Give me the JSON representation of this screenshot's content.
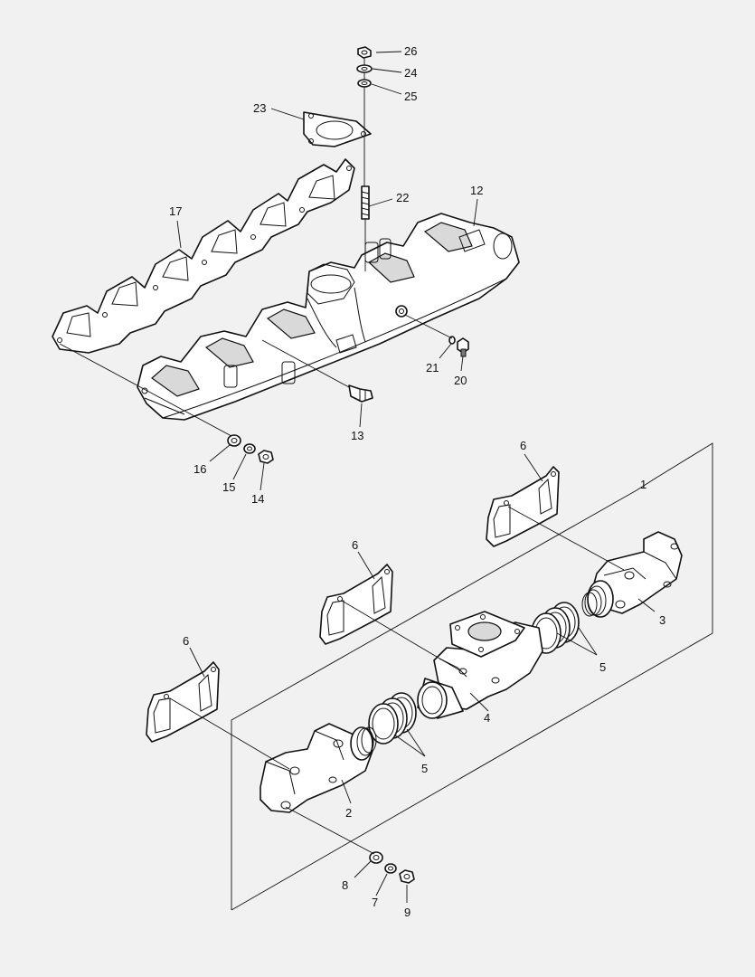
{
  "callouts": {
    "c26": "26",
    "c24": "24",
    "c25": "25",
    "c23": "23",
    "c22": "22",
    "c12": "12",
    "c17": "17",
    "c21": "21",
    "c20": "20",
    "c13": "13",
    "c16": "16",
    "c15": "15",
    "c14": "14",
    "c1": "1",
    "c6a": "6",
    "c6b": "6",
    "c6c": "6",
    "c3": "3",
    "c5a": "5",
    "c5b": "5",
    "c4": "4",
    "c2": "2",
    "c8": "8",
    "c7": "7",
    "c9": "9"
  },
  "colors": {
    "background": "#f1f1f1",
    "line": "#111111",
    "fill": "#ffffff"
  }
}
